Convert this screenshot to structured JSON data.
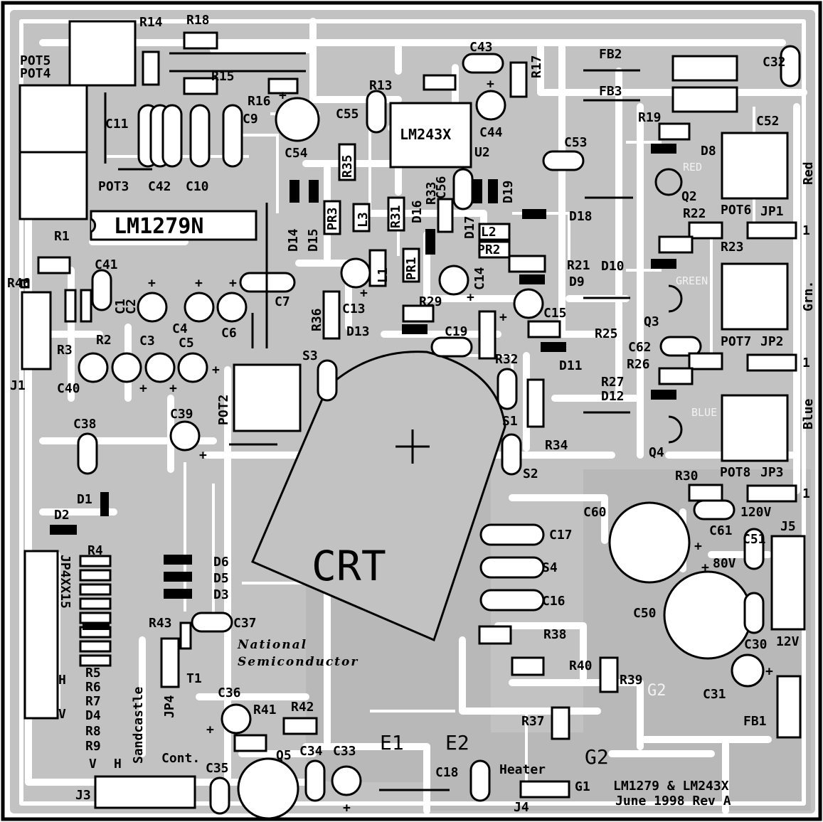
{
  "board": {
    "title_line1": "LM1279 & LM243X",
    "title_line2": "June 1998 Rev A",
    "crt_label": "CRT",
    "maker_line1": "National",
    "maker_line2": "Semiconductor",
    "colors": {
      "copper": "#c2c2c2",
      "silk": "#000000",
      "pad": "#ffffff",
      "substrate": "#ffffff"
    }
  },
  "ics": {
    "u1": "LM1279N",
    "u2": "LM243X",
    "u2_ref": "U2"
  },
  "pots": [
    "POT2",
    "POT3",
    "POT4",
    "POT5",
    "POT6",
    "POT7",
    "POT8"
  ],
  "channels": {
    "red": "Red",
    "grn": "Grn.",
    "blue": "Blue",
    "red_ghost": "RED",
    "green_ghost": "GREEN",
    "blue_ghost": "BLUE"
  },
  "connectors": {
    "j1": "J1",
    "j3": "J3",
    "j4": "J4",
    "j5": "J5",
    "jp1": "JP1",
    "jp2": "JP2",
    "jp3": "JP3",
    "jp4": "JP4",
    "jp4xx": "JP4XX15",
    "pin1": "1",
    "v120": "120V",
    "v80": "80V",
    "v12": "12V"
  },
  "left_signals": [
    "R5",
    "R6",
    "R7",
    "D4",
    "R8",
    "R9"
  ],
  "j3_signals": [
    "H",
    "V",
    "V",
    "H"
  ],
  "misc": {
    "sandcastle": "Sandcastle",
    "cont": "Cont.",
    "heater": "Heater",
    "t1": "T1",
    "e1": "E1",
    "e2": "E2",
    "g2": "G2",
    "g2_ghost": "G2",
    "g1": "G1",
    "s1": "S1",
    "s2": "S2",
    "s3": "S3",
    "s4": "S4"
  },
  "refs": {
    "R14": "R14",
    "R18": "R18",
    "R15": "R15",
    "R16": "R16",
    "R13": "R13",
    "R17": "R17",
    "R1": "R1",
    "R46": "R46",
    "R2": "R2",
    "R3": "R3",
    "R4": "R4",
    "R19": "R19",
    "R22": "R22",
    "R23": "R23",
    "R21": "R21",
    "R25": "R25",
    "R26": "R26",
    "R27": "R27",
    "R29": "R29",
    "R30": "R30",
    "R32": "R32",
    "R33": "R33",
    "R34": "R34",
    "R35": "R35",
    "R36": "R36",
    "R37": "R37",
    "R38": "R38",
    "R39": "R39",
    "R40": "R40",
    "R41": "R41",
    "R42": "R42",
    "R43": "R43",
    "C1": "C1",
    "C2": "C2",
    "C3": "C3",
    "C4": "C4",
    "C5": "C5",
    "C6": "C6",
    "C7": "C7",
    "C9": "C9",
    "C10": "C10",
    "C11": "C11",
    "C13": "C13",
    "C14": "C14",
    "C15": "C15",
    "C16": "C16",
    "C17": "C17",
    "C18": "C18",
    "C19": "C19",
    "C30": "C30",
    "C31": "C31",
    "C32": "C32",
    "C33": "C33",
    "C34": "C34",
    "C35": "C35",
    "C36": "C36",
    "C37": "C37",
    "C38": "C38",
    "C39": "C39",
    "C40": "C40",
    "C41": "C41",
    "C42": "C42",
    "C43": "C43",
    "C44": "C44",
    "C50": "C50",
    "C51": "C51",
    "C52": "C52",
    "C53": "C53",
    "C54": "C54",
    "C55": "C55",
    "C56": "C56",
    "C60": "C60",
    "C61": "C61",
    "C62": "C62",
    "D1": "D1",
    "D2": "D2",
    "D3": "D3",
    "D5": "D5",
    "D6": "D6",
    "D8": "D8",
    "D9": "D9",
    "D10": "D10",
    "D11": "D11",
    "D12": "D12",
    "D13": "D13",
    "D14": "D14",
    "D15": "D15",
    "D16": "D16",
    "D17": "D17",
    "D18": "D18",
    "D19": "D19",
    "Q2": "Q2",
    "Q3": "Q3",
    "Q4": "Q4",
    "Q5": "Q5",
    "L1": "L1",
    "L2": "L2",
    "L3": "L3",
    "PR1": "PR1",
    "PR2": "PR2",
    "PR3": "PR3",
    "R31": "R31",
    "FB1": "FB1",
    "FB2": "FB2",
    "FB3": "FB3"
  }
}
